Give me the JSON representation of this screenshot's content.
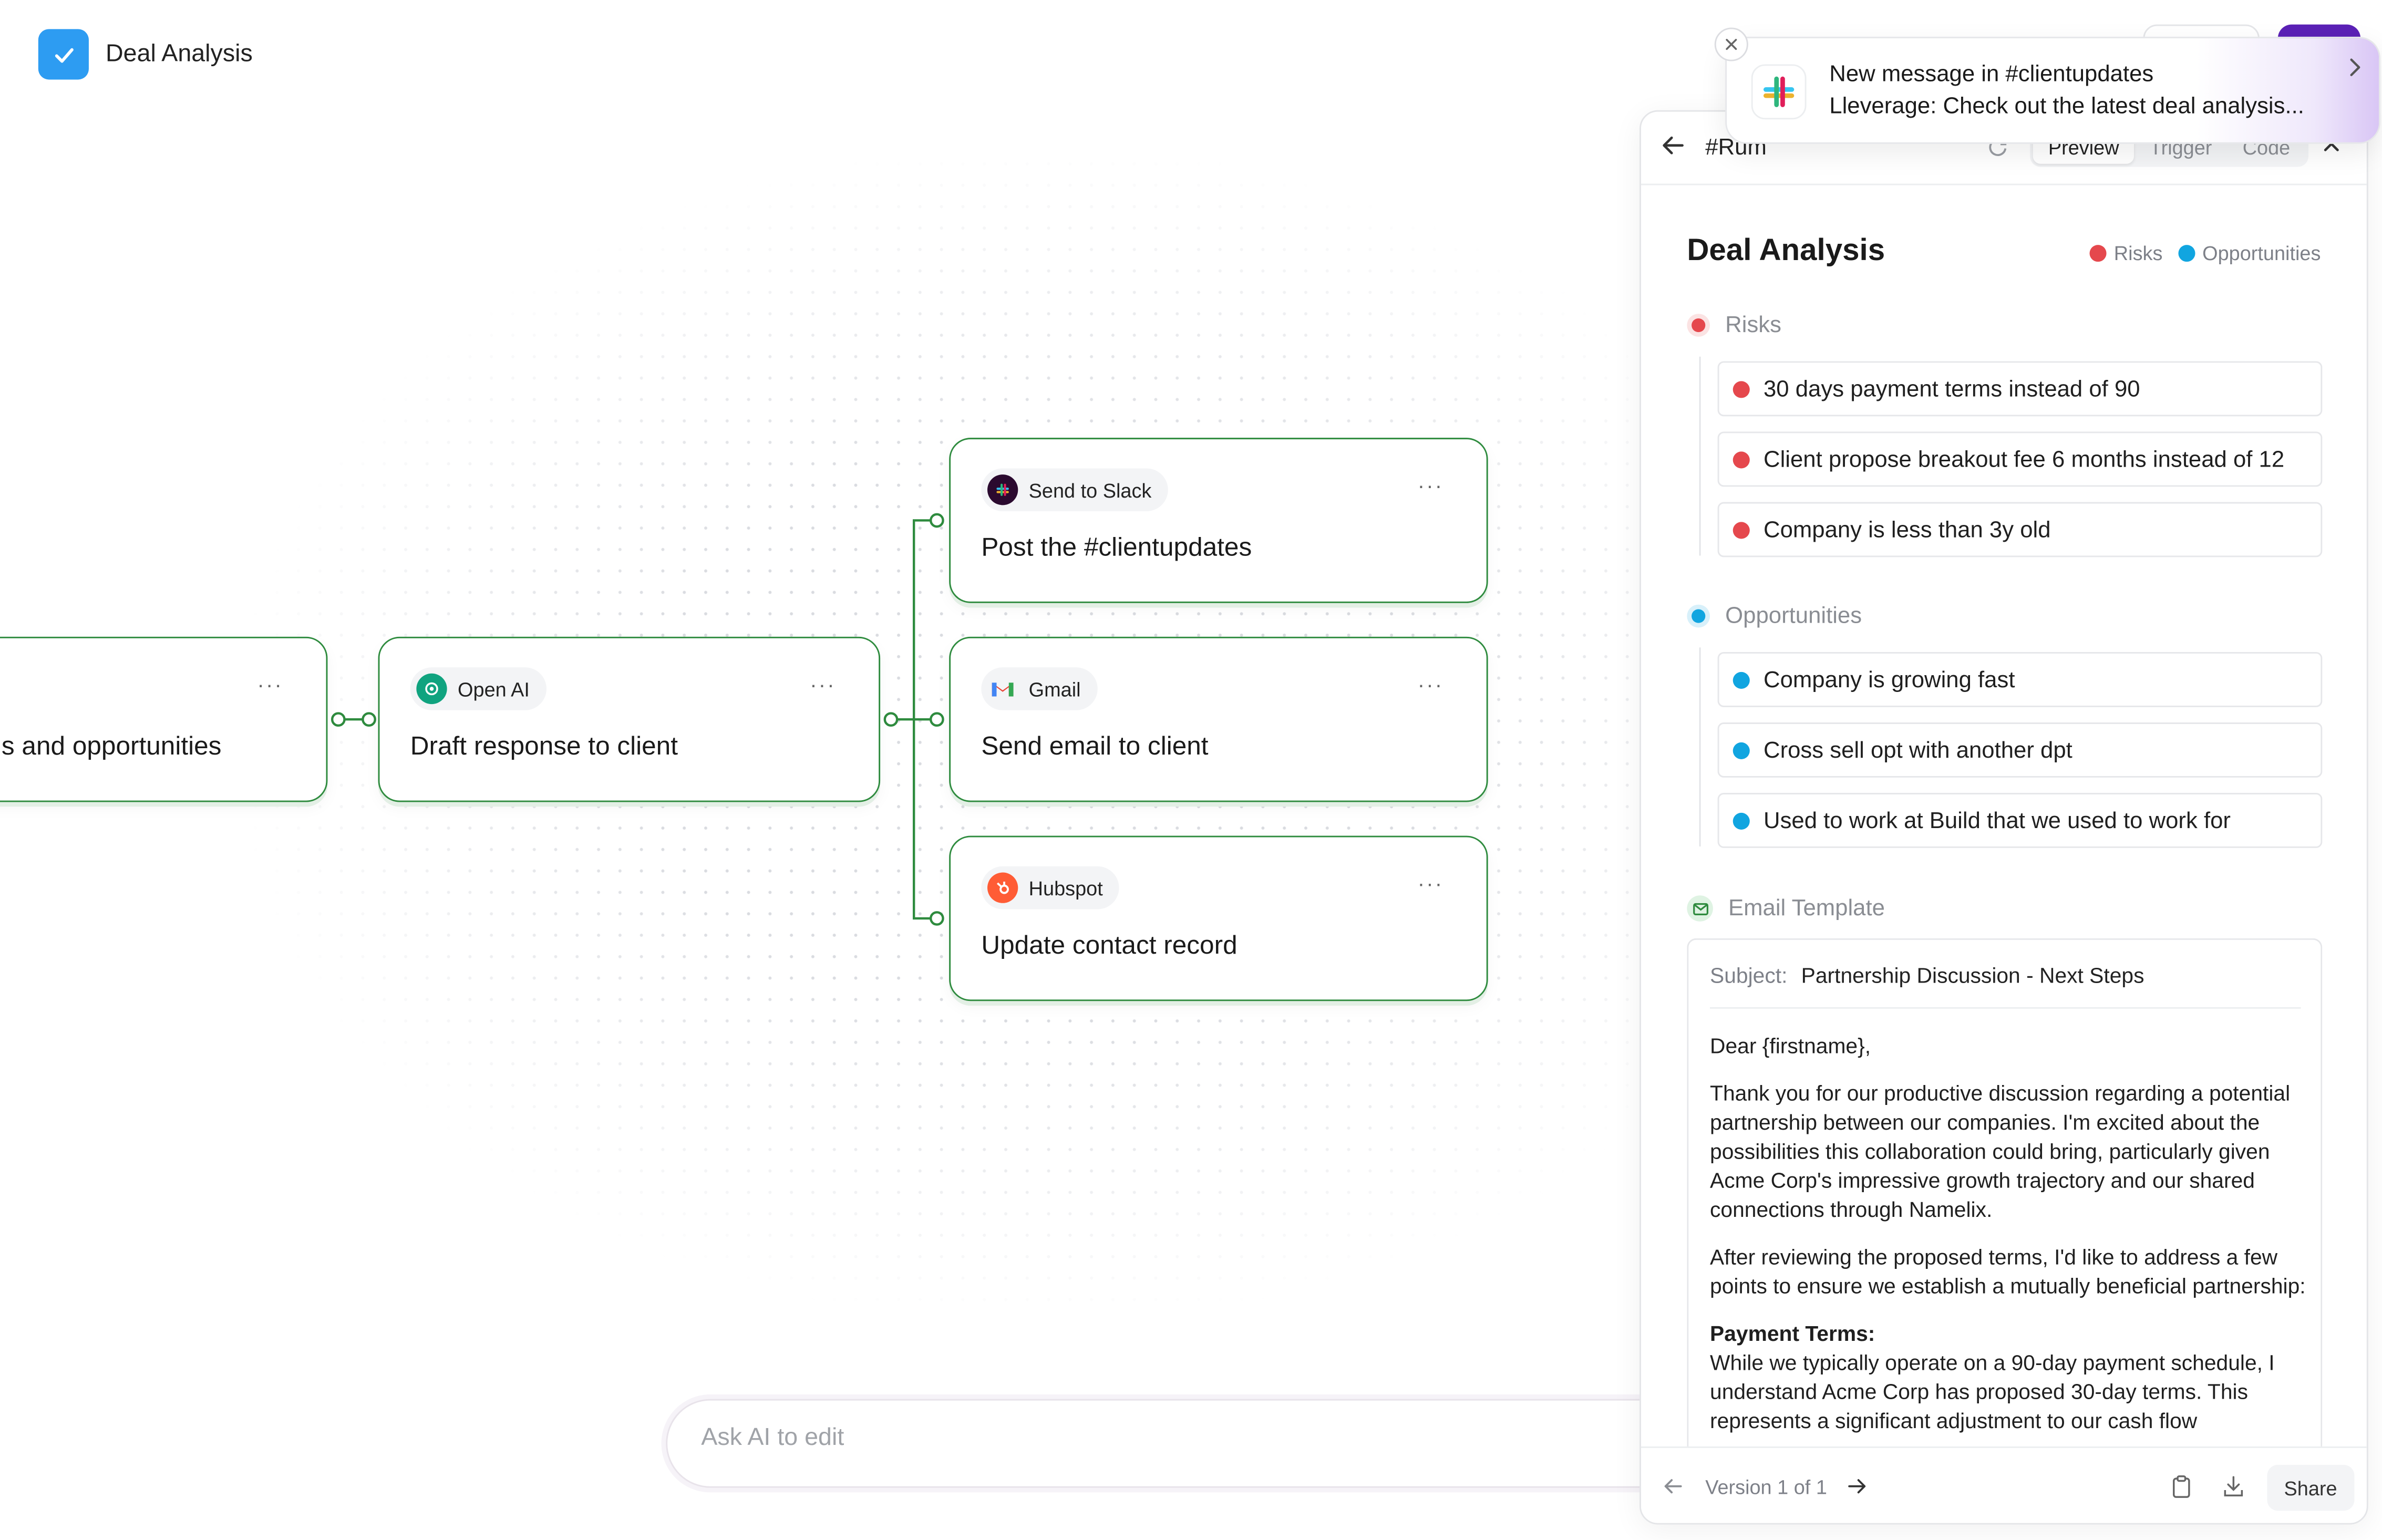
{
  "app": {
    "title": "Deal Analysis"
  },
  "workflow": {
    "nodes": [
      {
        "id": "analyze",
        "chip": "",
        "title": "s and opportunities"
      },
      {
        "id": "openai",
        "chip": "Open AI",
        "title": "Draft response to client"
      },
      {
        "id": "slack",
        "chip": "Send to Slack",
        "title": "Post the #clientupdates"
      },
      {
        "id": "gmail",
        "chip": "Gmail",
        "title": "Send email to client"
      },
      {
        "id": "hubspot",
        "chip": "Hubspot",
        "title": "Update contact record"
      }
    ],
    "more_glyph": "···"
  },
  "ask_ai": {
    "placeholder": "Ask AI to edit"
  },
  "panel": {
    "header": {
      "title": "#Rum",
      "tabs": [
        {
          "label": "Preview",
          "active": true
        },
        {
          "label": "Trigger"
        },
        {
          "label": "Code"
        }
      ]
    },
    "title": "Deal Analysis",
    "legend": [
      {
        "label": "Risks",
        "color": "#e5484d"
      },
      {
        "label": "Opportunities",
        "color": "#11a5e0"
      }
    ],
    "risks": {
      "heading": "Risks",
      "items": [
        "30 days payment terms instead of 90",
        "Client propose breakout fee 6 months instead of 12",
        "Company is less than 3y old"
      ]
    },
    "opportunities": {
      "heading": "Opportunities",
      "items": [
        "Company is growing fast",
        "Cross sell opt with another dpt",
        "Used to work at Build that we used to work for"
      ]
    },
    "email_template": {
      "heading": "Email Template",
      "subject_label": "Subject:",
      "subject": "Partnership Discussion - Next Steps",
      "greeting": "Dear {firstname},",
      "para1": "Thank you for our productive discussion regarding a potential partnership between our companies. I'm excited about the possibilities this collaboration could bring, particularly given Acme Corp's impressive growth trajectory and our shared connections through Namelix.",
      "para2": "After reviewing the proposed terms, I'd like to address a few points to ensure we establish a mutually beneficial partnership:",
      "section_title": "Payment Terms:",
      "para3": "While we typically operate on a 90-day payment schedule, I understand Acme Corp has proposed 30-day terms. This represents a significant adjustment to our cash flow"
    },
    "footer": {
      "version": "Version 1 of 1",
      "share": "Share"
    }
  },
  "notification": {
    "title": "New message in #clientupdates",
    "body": "Lleverage: Check out the latest deal analysis..."
  },
  "colors": {
    "accent_green": "#2e8b3e",
    "risk": "#e5484d",
    "opportunity": "#11a5e0",
    "brand_blue": "#2d9cf2"
  }
}
